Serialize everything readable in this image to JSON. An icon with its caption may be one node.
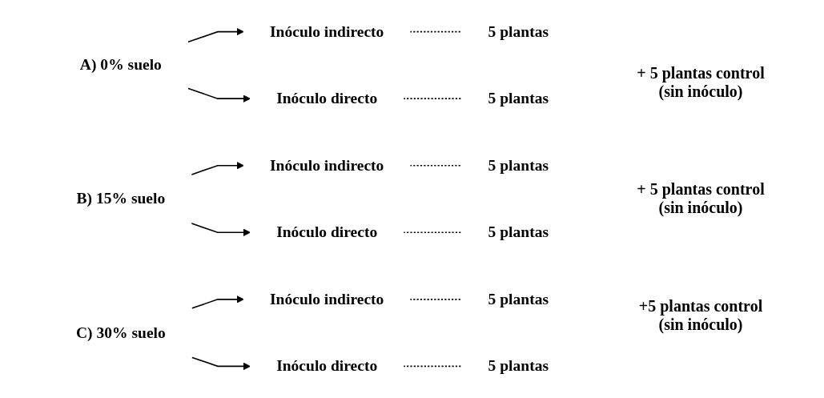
{
  "diagram": {
    "nodes": [
      {
        "text": [
          "A) 0% suelo"
        ]
      },
      {
        "text": [
          "Inóculo indirecto"
        ]
      },
      {
        "text": [
          "5 plantas"
        ]
      },
      {
        "text": [
          "Inóculo directo"
        ]
      },
      {
        "text": [
          "5 plantas"
        ]
      },
      {
        "text": [
          "B) 15% suelo"
        ]
      },
      {
        "text": [
          "Inóculo indirecto"
        ]
      },
      {
        "text": [
          "5 plantas"
        ]
      },
      {
        "text": [
          "Inóculo directo"
        ]
      },
      {
        "text": [
          "5 plantas"
        ]
      },
      {
        "text": [
          "C) 30% suelo"
        ]
      },
      {
        "text": [
          "Inóculo indirecto"
        ]
      },
      {
        "text": [
          "5 plantas"
        ]
      },
      {
        "text": [
          "Inóculo directo"
        ]
      },
      {
        "text": [
          "5 plantas"
        ]
      }
    ],
    "edges": [
      {
        "from": 0,
        "to": 1,
        "arrow": "to"
      },
      {
        "from": 0,
        "to": 3,
        "arrow": "to"
      },
      {
        "from": 1,
        "to": 2,
        "arrow": "none",
        "style": "dashed"
      },
      {
        "from": 3,
        "to": 4,
        "arrow": "none",
        "style": "dashed"
      },
      {
        "from": 5,
        "to": 6,
        "arrow": "to"
      },
      {
        "from": 5,
        "to": 8,
        "arrow": "to"
      },
      {
        "from": 6,
        "to": 7,
        "arrow": "none",
        "style": "dashed"
      },
      {
        "from": 8,
        "to": 9,
        "arrow": "none",
        "style": "dashed"
      },
      {
        "from": 10,
        "to": 11,
        "arrow": "to"
      },
      {
        "from": 10,
        "to": 13,
        "arrow": "to"
      },
      {
        "from": 11,
        "to": 12,
        "arrow": "none",
        "style": "dashed"
      },
      {
        "from": 13,
        "to": 14,
        "arrow": "none",
        "style": "dashed"
      }
    ],
    "labels": [
      "+ 5 plantas control (sin inóculo)",
      "+ 5 plantas control (sin inóculo)",
      "+5 plantas control (sin inóculo)"
    ]
  }
}
